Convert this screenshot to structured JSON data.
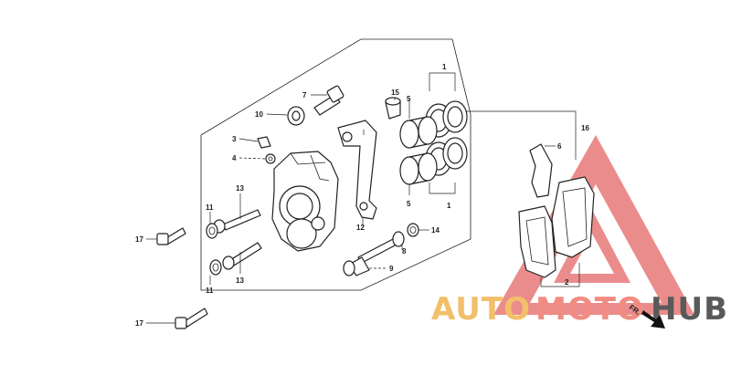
{
  "diagram": {
    "labels": {
      "p1a": "1",
      "p1b": "1",
      "p2": "2",
      "p3": "3",
      "p4": "4",
      "p5a": "5",
      "p5b": "5",
      "p6": "6",
      "p7": "7",
      "p8": "8",
      "p9": "9",
      "p10": "10",
      "p11a": "11",
      "p11b": "11",
      "p12": "12",
      "p13a": "13",
      "p13b": "13",
      "p14": "14",
      "p15": "15",
      "p16": "16",
      "p17a": "17",
      "p17b": "17",
      "fr": "FR."
    }
  },
  "watermark": {
    "word_1": "AUTO",
    "word_2": "MOTO",
    "word_3": "HUB",
    "colors": {
      "word_1": "#f2bf6a",
      "word_2": "#f08c82",
      "word_3": "#5a5a5a",
      "triangle": "#e87878"
    }
  }
}
